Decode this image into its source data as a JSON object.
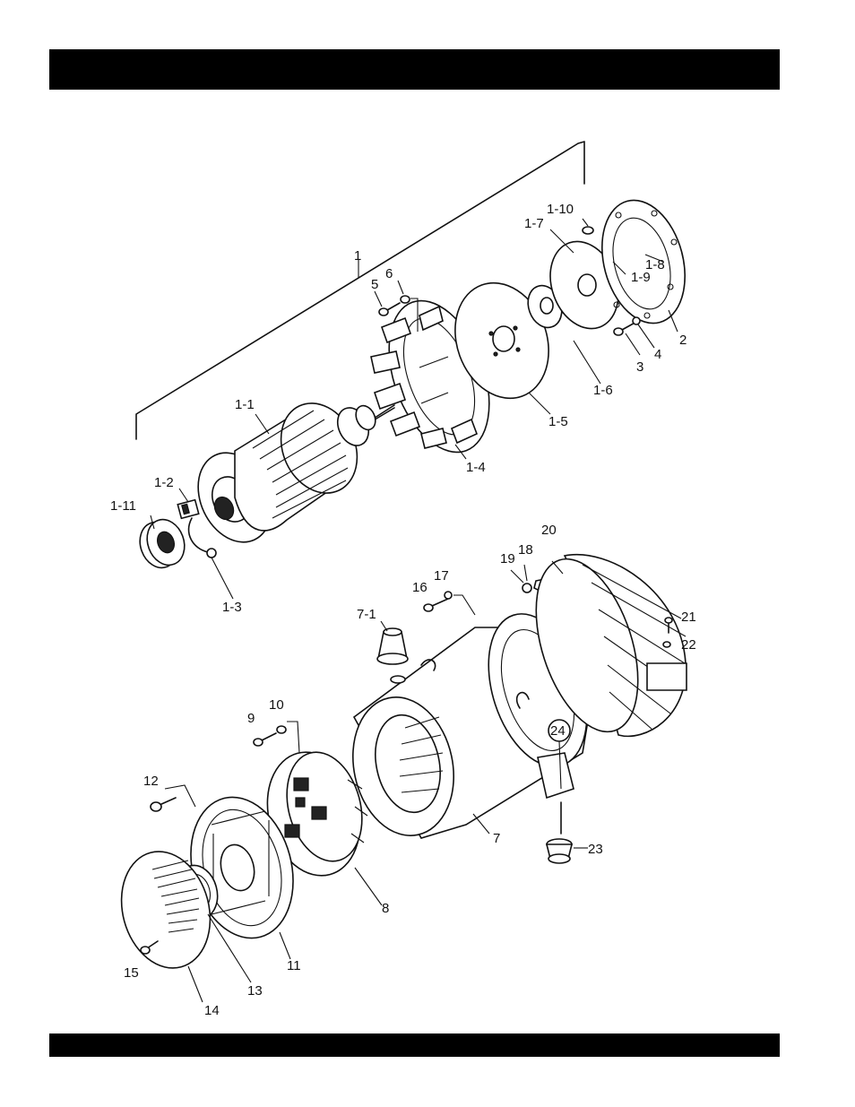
{
  "header_bar": {
    "color": "#000000"
  },
  "footer_bar": {
    "color": "#000000"
  },
  "labels": {
    "p1": "1",
    "p1_1": "1-1",
    "p1_2": "1-2",
    "p1_3": "1-3",
    "p1_4": "1-4",
    "p1_5": "1-5",
    "p1_6": "1-6",
    "p1_7": "1-7",
    "p1_8": "1-8",
    "p1_9": "1-9",
    "p1_10": "1-10",
    "p1_11": "1-11",
    "p2": "2",
    "p3": "3",
    "p4": "4",
    "p5": "5",
    "p6": "6",
    "p7": "7",
    "p7_1": "7-1",
    "p8": "8",
    "p9": "9",
    "p10": "10",
    "p11": "11",
    "p12": "12",
    "p13": "13",
    "p14": "14",
    "p15": "15",
    "p16": "16",
    "p17": "17",
    "p18": "18",
    "p19": "19",
    "p20": "20",
    "p21": "21",
    "p22": "22",
    "p23": "23",
    "p24": "24"
  }
}
